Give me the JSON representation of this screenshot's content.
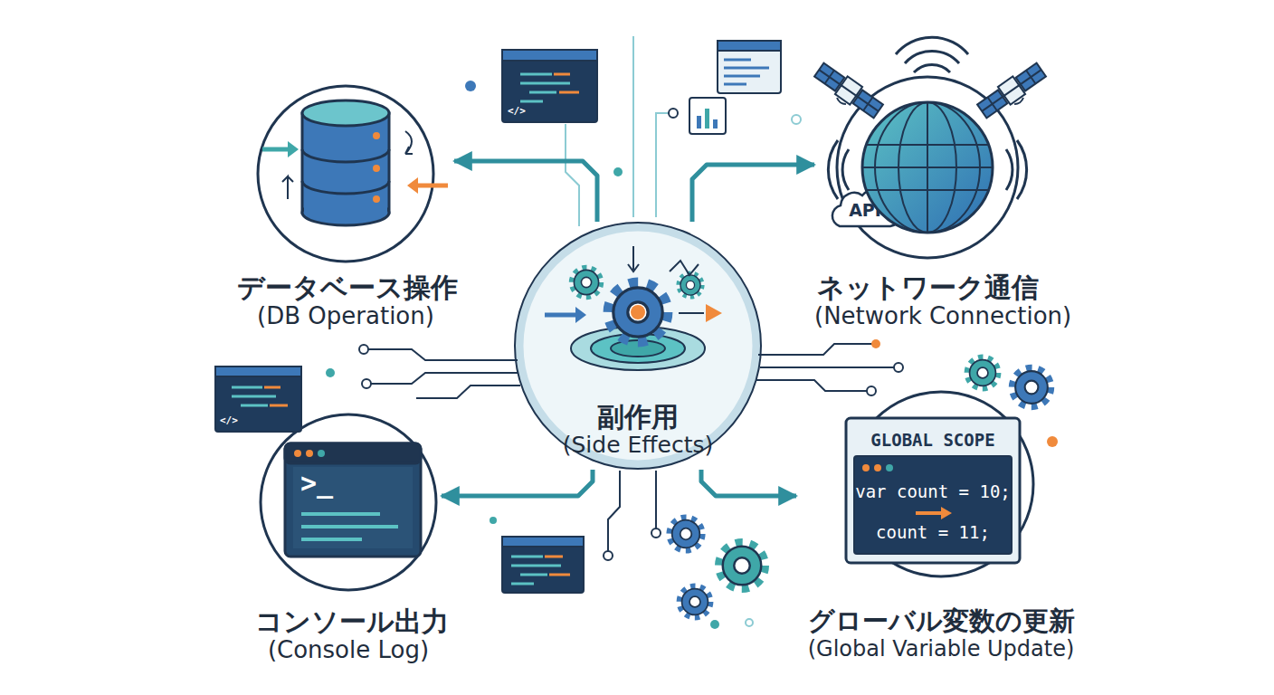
{
  "diagram": {
    "nodes": [
      {
        "text": [
          "データベース操作",
          "(DB Operation)"
        ]
      },
      {
        "text": [
          "ネットワーク通信",
          "(Network Connection)"
        ]
      },
      {
        "text": [
          "API"
        ],
        "in": 1
      },
      {
        "text": [
          "副作用",
          "(Side Effects)"
        ]
      },
      {
        "text": [
          "コンソール出力",
          "(Console Log)"
        ]
      },
      {
        "text": [
          "グローバル変数の更新",
          "(Global Variable Update)"
        ]
      },
      {
        "text": [
          "GLOBAL SCOPE",
          "var count = 10;",
          "count = 11;"
        ],
        "in": 5
      }
    ],
    "edges": [
      {
        "from": 3,
        "to": 0,
        "arrow": "to"
      },
      {
        "from": 3,
        "to": 1,
        "arrow": "to"
      },
      {
        "from": 3,
        "to": 4,
        "arrow": "to"
      },
      {
        "from": 3,
        "to": 5,
        "arrow": "to"
      }
    ],
    "labels": [
      ">_",
      "</>",
      "</>"
    ]
  }
}
